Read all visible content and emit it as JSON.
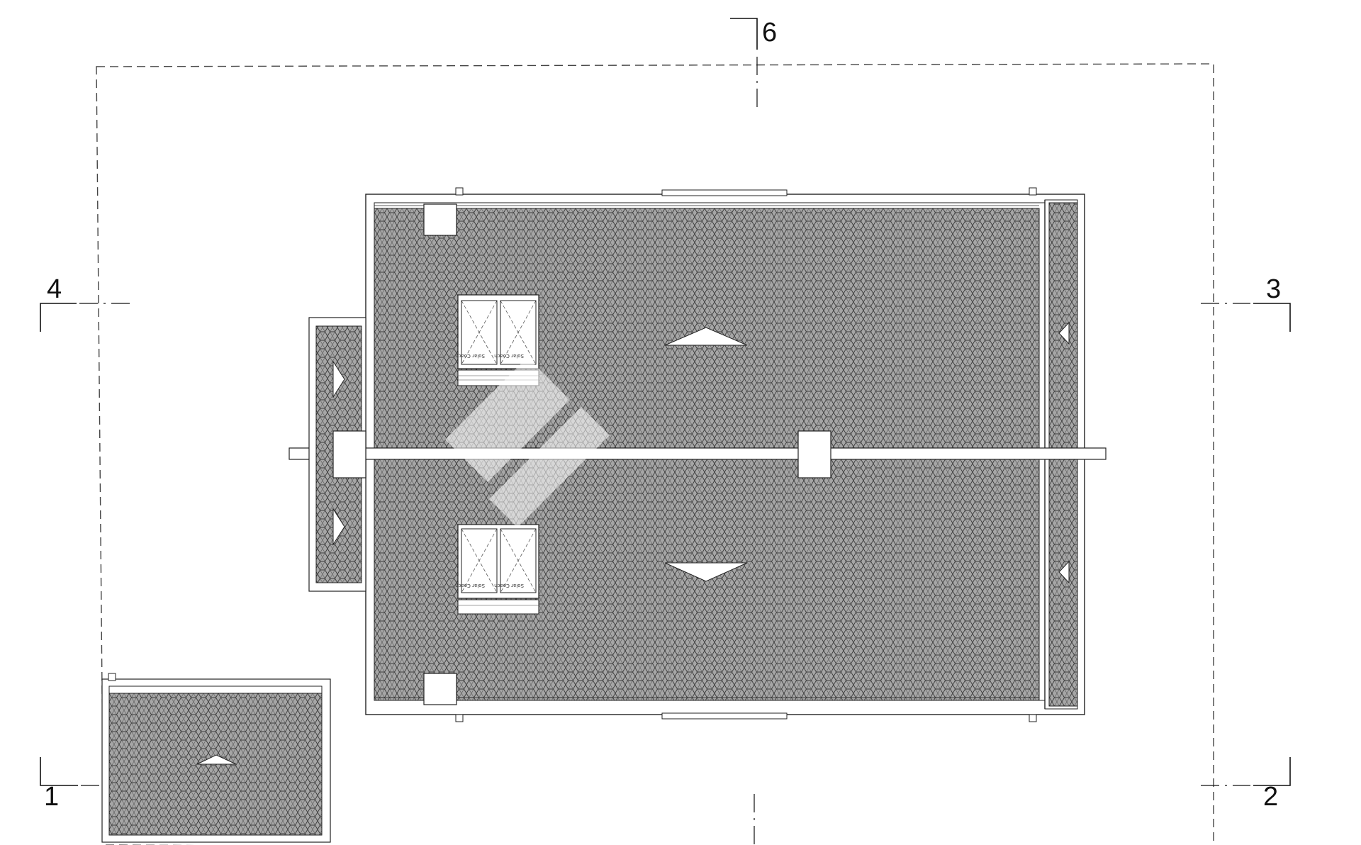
{
  "section_markers": {
    "top": "6",
    "left_upper": "4",
    "right_upper": "3",
    "left_lower": "1",
    "right_lower": "2"
  },
  "skylights": {
    "upper": {
      "left_text": "Solar\nCoach",
      "right_text": "Solar\nCoach",
      "label_strip": ""
    },
    "lower": {
      "left_text": "Solar\nCoach",
      "right_text": "Solar\nCoach",
      "label_strip": ""
    }
  },
  "colors": {
    "line": "#222222",
    "hatch_bg": "#9a9a9a",
    "hatch_line": "#3a3a3a",
    "paper": "#ffffff"
  }
}
